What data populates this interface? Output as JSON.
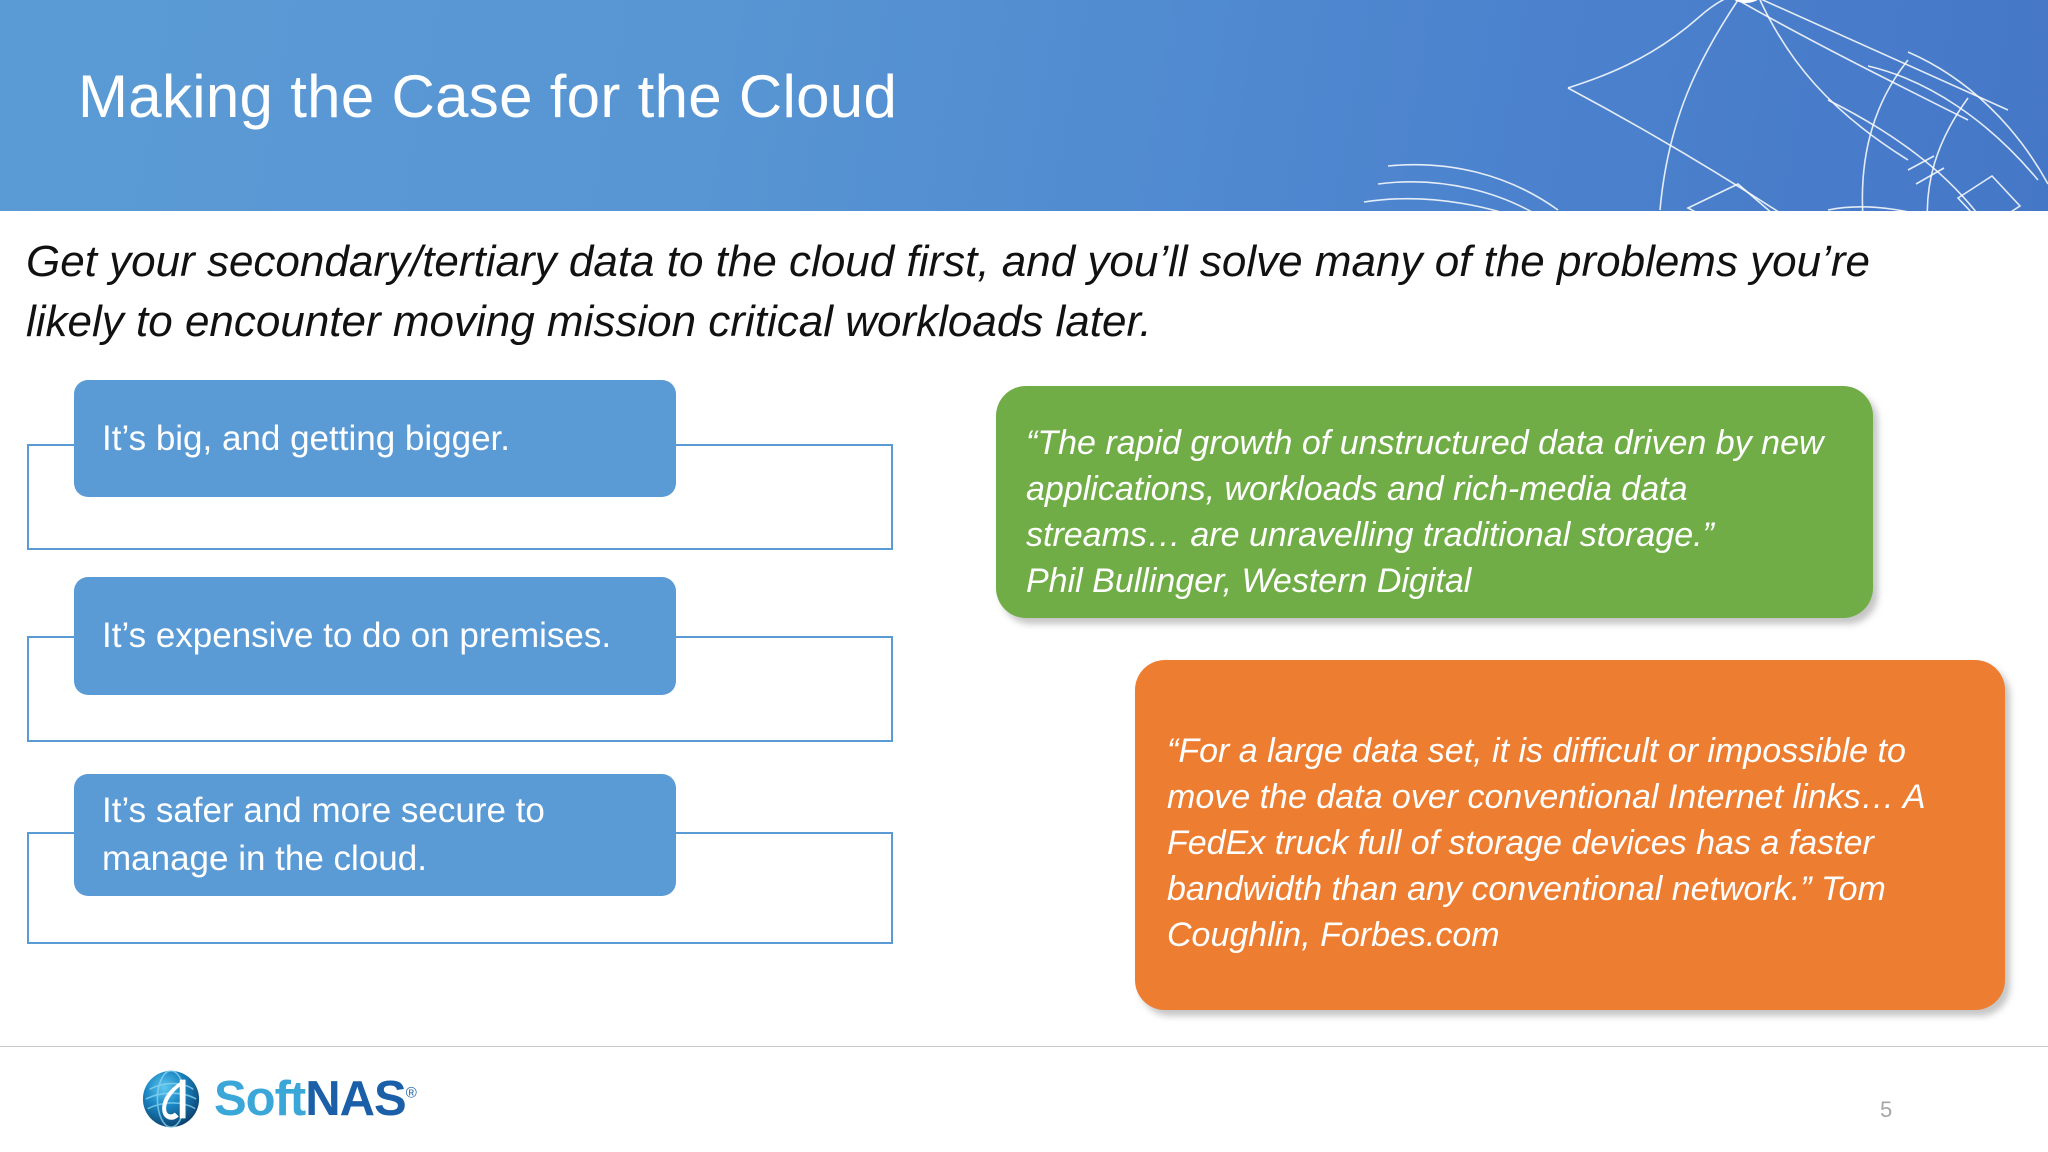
{
  "slide": {
    "title": "Making the Case for the Cloud",
    "subtitle": "Get your secondary/tertiary data to the cloud first, and you’ll solve many of the problems you’re likely to encounter moving mission critical workloads later.",
    "page_number": "5"
  },
  "colors": {
    "header_gradient_start": "#5b9bd5",
    "header_gradient_end": "#4577c7",
    "accent_blue": "#5b9bd5",
    "quote_green": "#70ad47",
    "quote_orange": "#ed7d31",
    "footer_rule": "#c9c9c9",
    "page_number": "#a6a6a6"
  },
  "points": [
    {
      "label": "It’s big, and getting bigger."
    },
    {
      "label": "It’s expensive to do on premises."
    },
    {
      "label": "It’s safer and more secure to manage in the cloud."
    }
  ],
  "quotes": [
    {
      "id": "green",
      "text": "“The rapid growth of unstructured data driven by new applications, workloads and rich-media data streams… are unravelling traditional storage.”",
      "attribution": "Phil Bullinger, Western Digital",
      "color": "#70ad47"
    },
    {
      "id": "orange",
      "text": "“For a large data set, it is difficult or impossible to move the data over conventional Internet links… A FedEx truck full of storage devices has a faster bandwidth than any conventional network.” Tom Coughlin, Forbes.com",
      "attribution": "",
      "color": "#ed7d31"
    }
  ],
  "footer": {
    "logo_soft": "Soft",
    "logo_nas": "NAS",
    "logo_registered": "®"
  }
}
